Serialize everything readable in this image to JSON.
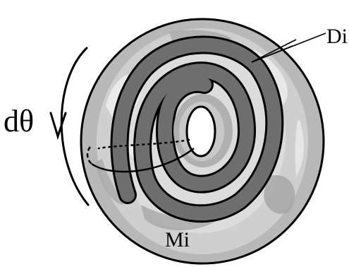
{
  "labels": {
    "rotation": "dθ",
    "spiral": "Di",
    "surface": "Mi"
  },
  "colors": {
    "ink": "#000000",
    "outer_band": "#b8b8b8",
    "mid_band": "#d9d9d9",
    "light_patch": "#ececec",
    "spiral_fill": "#6e6e6e",
    "spiral_dark": "#5a5a5a",
    "background": "#ffffff"
  }
}
